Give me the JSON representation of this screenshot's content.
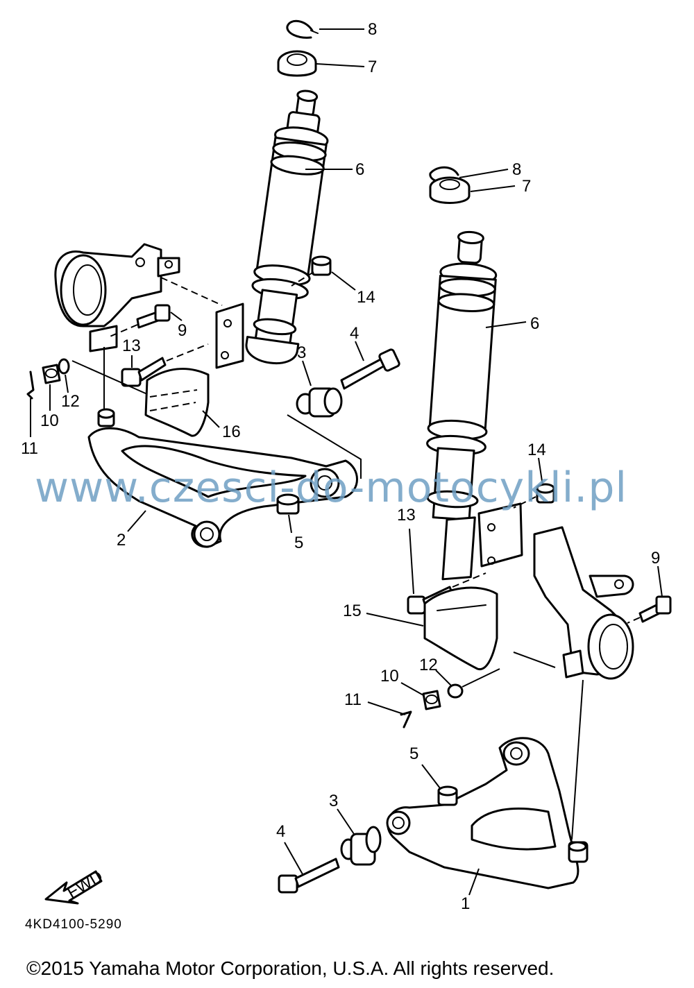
{
  "watermark": "www.czesci-do-motocykli.pl",
  "drawing_code": "4KD4100-5290",
  "copyright": "©2015 Yamaha Motor Corporation, U.S.A. All rights reserved.",
  "fwd_label": "FWD",
  "callouts": {
    "left_8": "8",
    "left_7": "7",
    "left_6": "6",
    "left_14": "14",
    "left_4": "4",
    "left_3": "3",
    "left_9": "9",
    "left_13": "13",
    "left_12": "12",
    "left_10": "10",
    "left_11": "11",
    "left_16": "16",
    "left_2": "2",
    "left_5": "5",
    "right_8": "8",
    "right_7": "7",
    "right_6": "6",
    "right_14": "14",
    "right_13": "13",
    "right_9": "9",
    "right_15": "15",
    "right_12": "12",
    "right_10": "10",
    "right_11": "11",
    "right_5": "5",
    "right_3": "3",
    "right_4": "4",
    "right_1": "1"
  }
}
